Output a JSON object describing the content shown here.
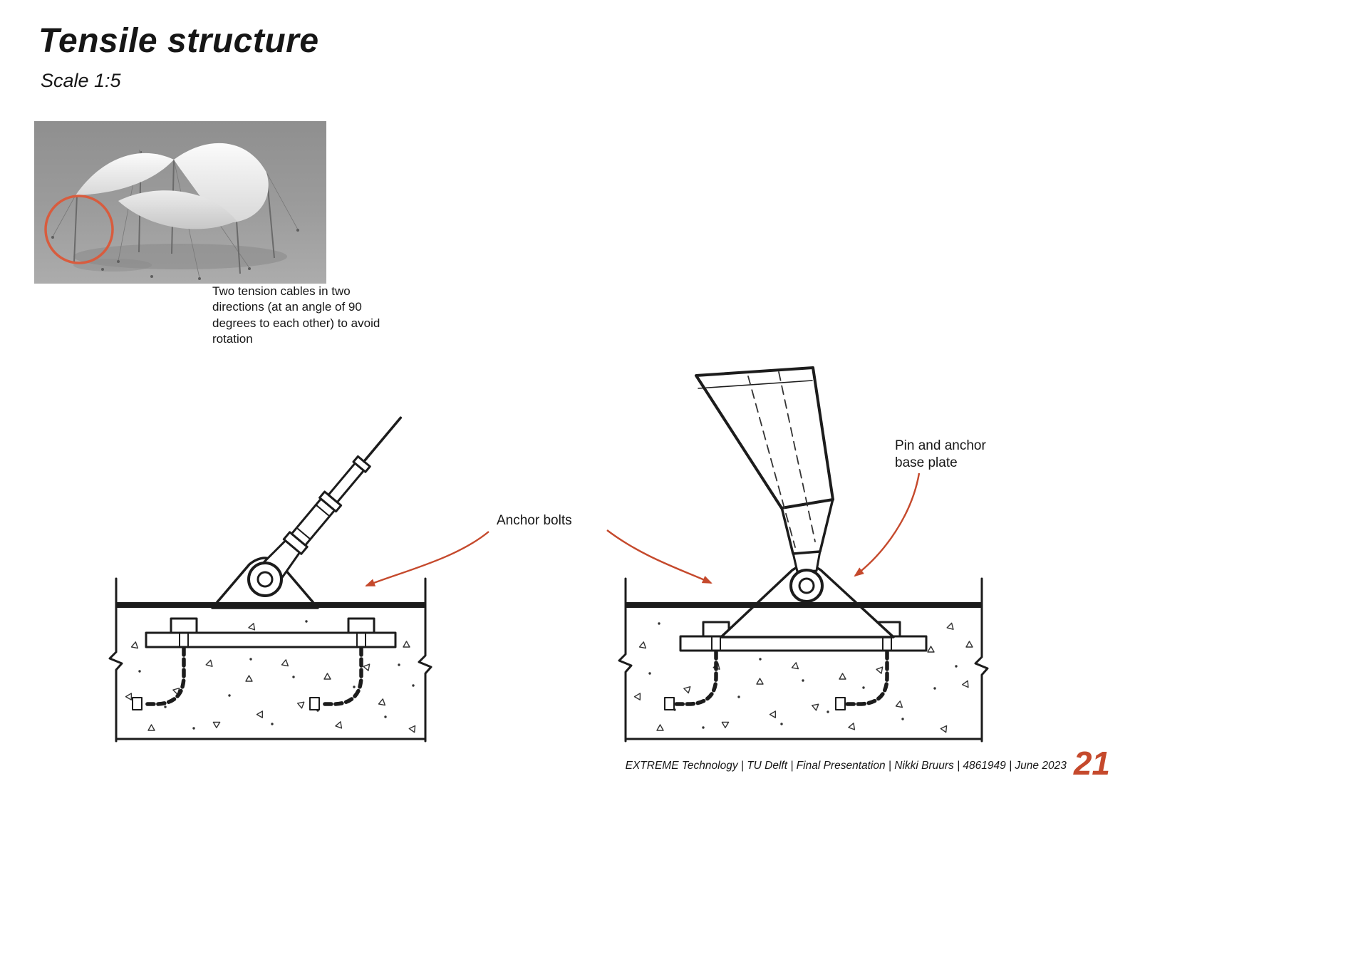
{
  "page": {
    "title": "Tensile structure",
    "subtitle": "Scale 1:5"
  },
  "photo": {
    "caption": "Two tension cables in two directions (at an angle of 90 degrees to each other) to avoid rotation"
  },
  "annotations": {
    "anchor_bolts": "Anchor bolts",
    "pin_anchor_base_plate": "Pin and anchor base plate"
  },
  "footer": {
    "credits": "EXTREME Technology | TU Delft | Final Presentation | Nikki Bruurs | 4861949 | June 2023",
    "page_number": "21"
  },
  "colors": {
    "accent": "#c5492c",
    "highlight": "#d85c3e",
    "ink": "#161616"
  }
}
